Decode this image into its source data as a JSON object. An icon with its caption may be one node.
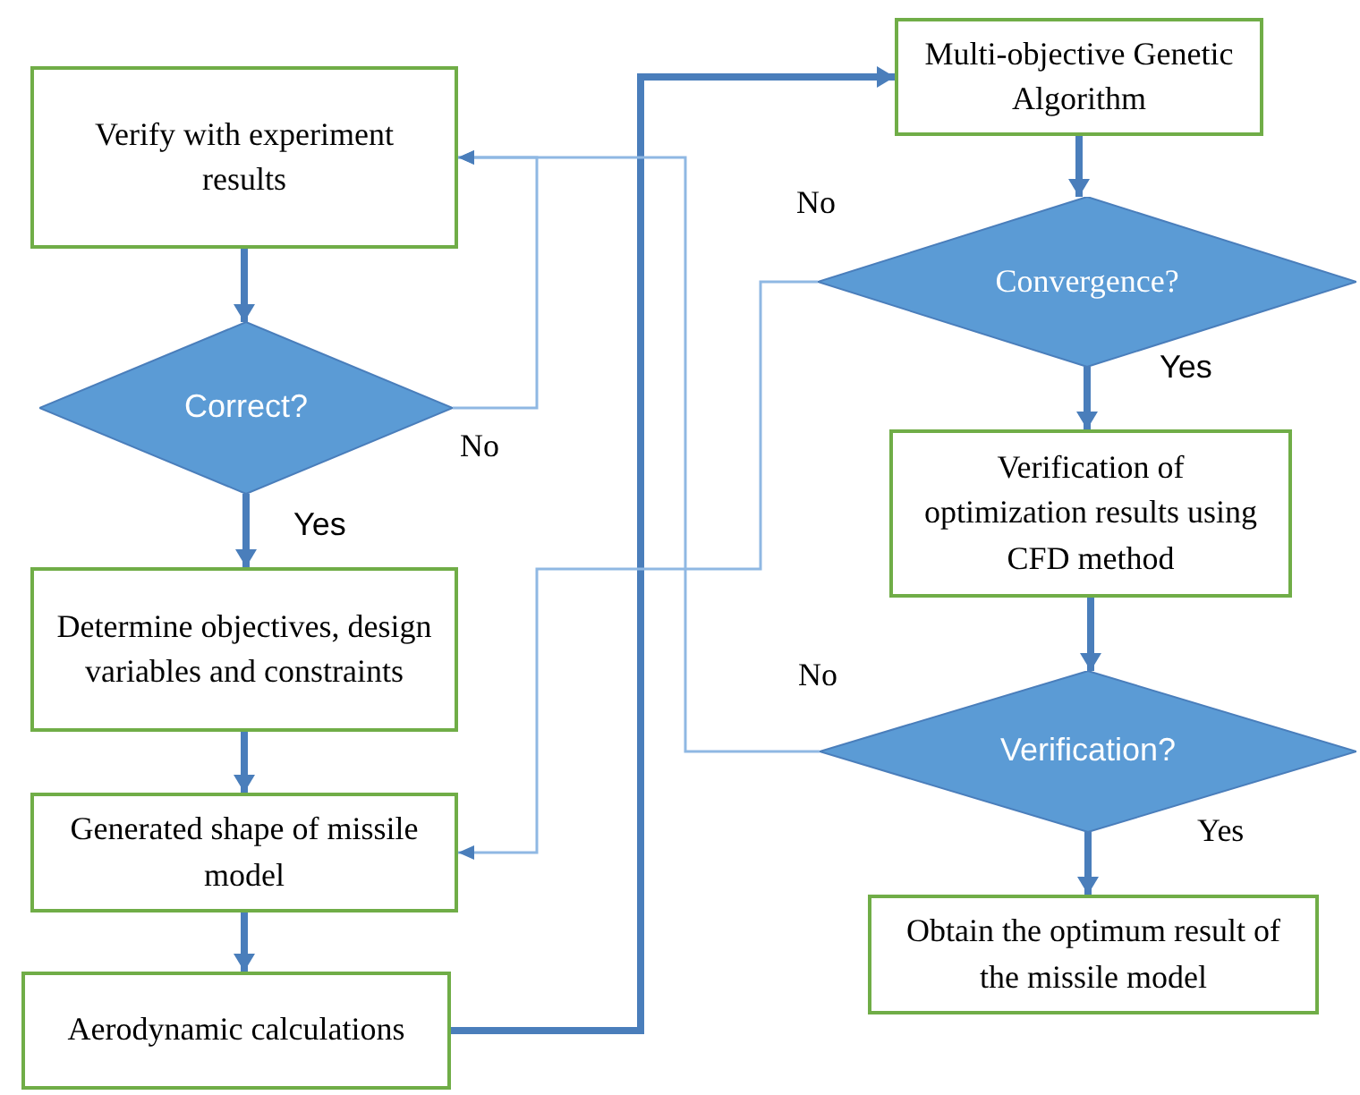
{
  "diagram": {
    "nodes": [
      {
        "text": [
          "Verify with experiment results"
        ]
      },
      {
        "text": [
          "Correct?"
        ]
      },
      {
        "text": [
          "Determine objectives, design variables and constraints"
        ]
      },
      {
        "text": [
          "Generated shape of missile model"
        ]
      },
      {
        "text": [
          "Aerodynamic calculations"
        ]
      },
      {
        "text": [
          "Multi-objective Genetic Algorithm"
        ]
      },
      {
        "text": [
          "Convergence?"
        ]
      },
      {
        "text": [
          "Verification of optimization results using CFD method"
        ]
      },
      {
        "text": [
          "Verification?"
        ]
      },
      {
        "text": [
          "Obtain the optimum result of the missile model"
        ]
      }
    ],
    "edges": [
      {
        "from": 0,
        "to": 1,
        "arrow": "to"
      },
      {
        "from": 1,
        "to": 2,
        "arrow": "to",
        "label": "Yes"
      },
      {
        "from": 2,
        "to": 3,
        "arrow": "to"
      },
      {
        "from": 3,
        "to": 4,
        "arrow": "to"
      },
      {
        "from": 4,
        "to": 5,
        "arrow": "to"
      },
      {
        "from": 5,
        "to": 6,
        "arrow": "to"
      },
      {
        "from": 6,
        "to": 7,
        "arrow": "to",
        "label": "Yes"
      },
      {
        "from": 7,
        "to": 8,
        "arrow": "to"
      },
      {
        "from": 8,
        "to": 9,
        "arrow": "to",
        "label": "Yes"
      },
      {
        "from": 1,
        "to": 0,
        "arrow": "to",
        "label": "No",
        "color": "#8fb8e3"
      },
      {
        "from": 8,
        "to": 0,
        "arrow": "to",
        "label": "No",
        "color": "#8fb8e3"
      },
      {
        "from": 6,
        "to": 3,
        "arrow": "to",
        "label": "No",
        "color": "#8fb8e3"
      }
    ]
  }
}
